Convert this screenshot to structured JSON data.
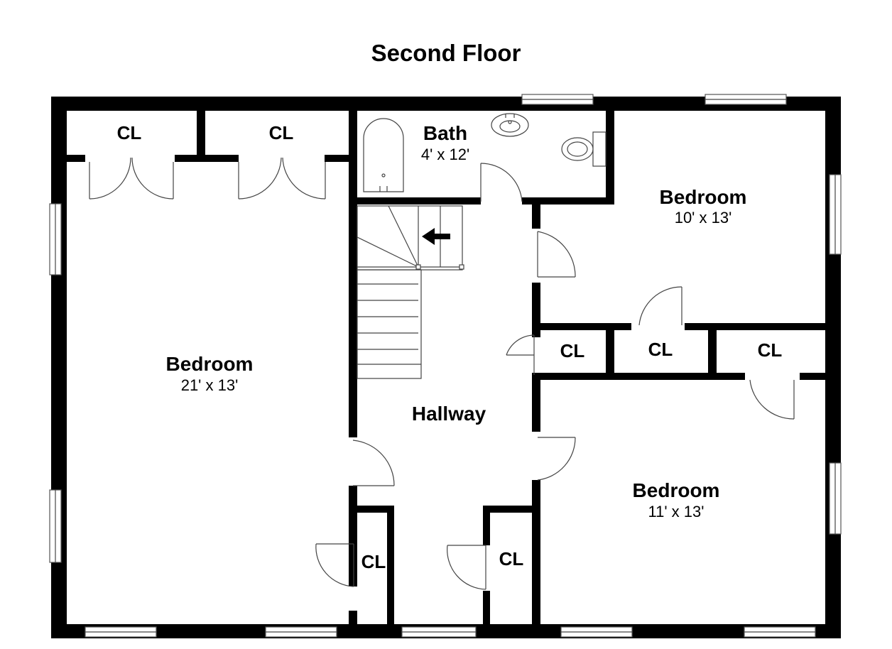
{
  "title": "Second Floor",
  "rooms": {
    "bedroom_left": {
      "name": "Bedroom",
      "size": "21' x 13'"
    },
    "bedroom_top_right": {
      "name": "Bedroom",
      "size": "10' x 13'"
    },
    "bedroom_bottom_right": {
      "name": "Bedroom",
      "size": "11' x 13'"
    },
    "bath": {
      "name": "Bath",
      "size": "4' x 12'"
    },
    "hallway": {
      "name": "Hallway"
    }
  },
  "closet_label": "CL",
  "colors": {
    "wall": "#000000",
    "line": "#444444",
    "background": "#ffffff"
  }
}
